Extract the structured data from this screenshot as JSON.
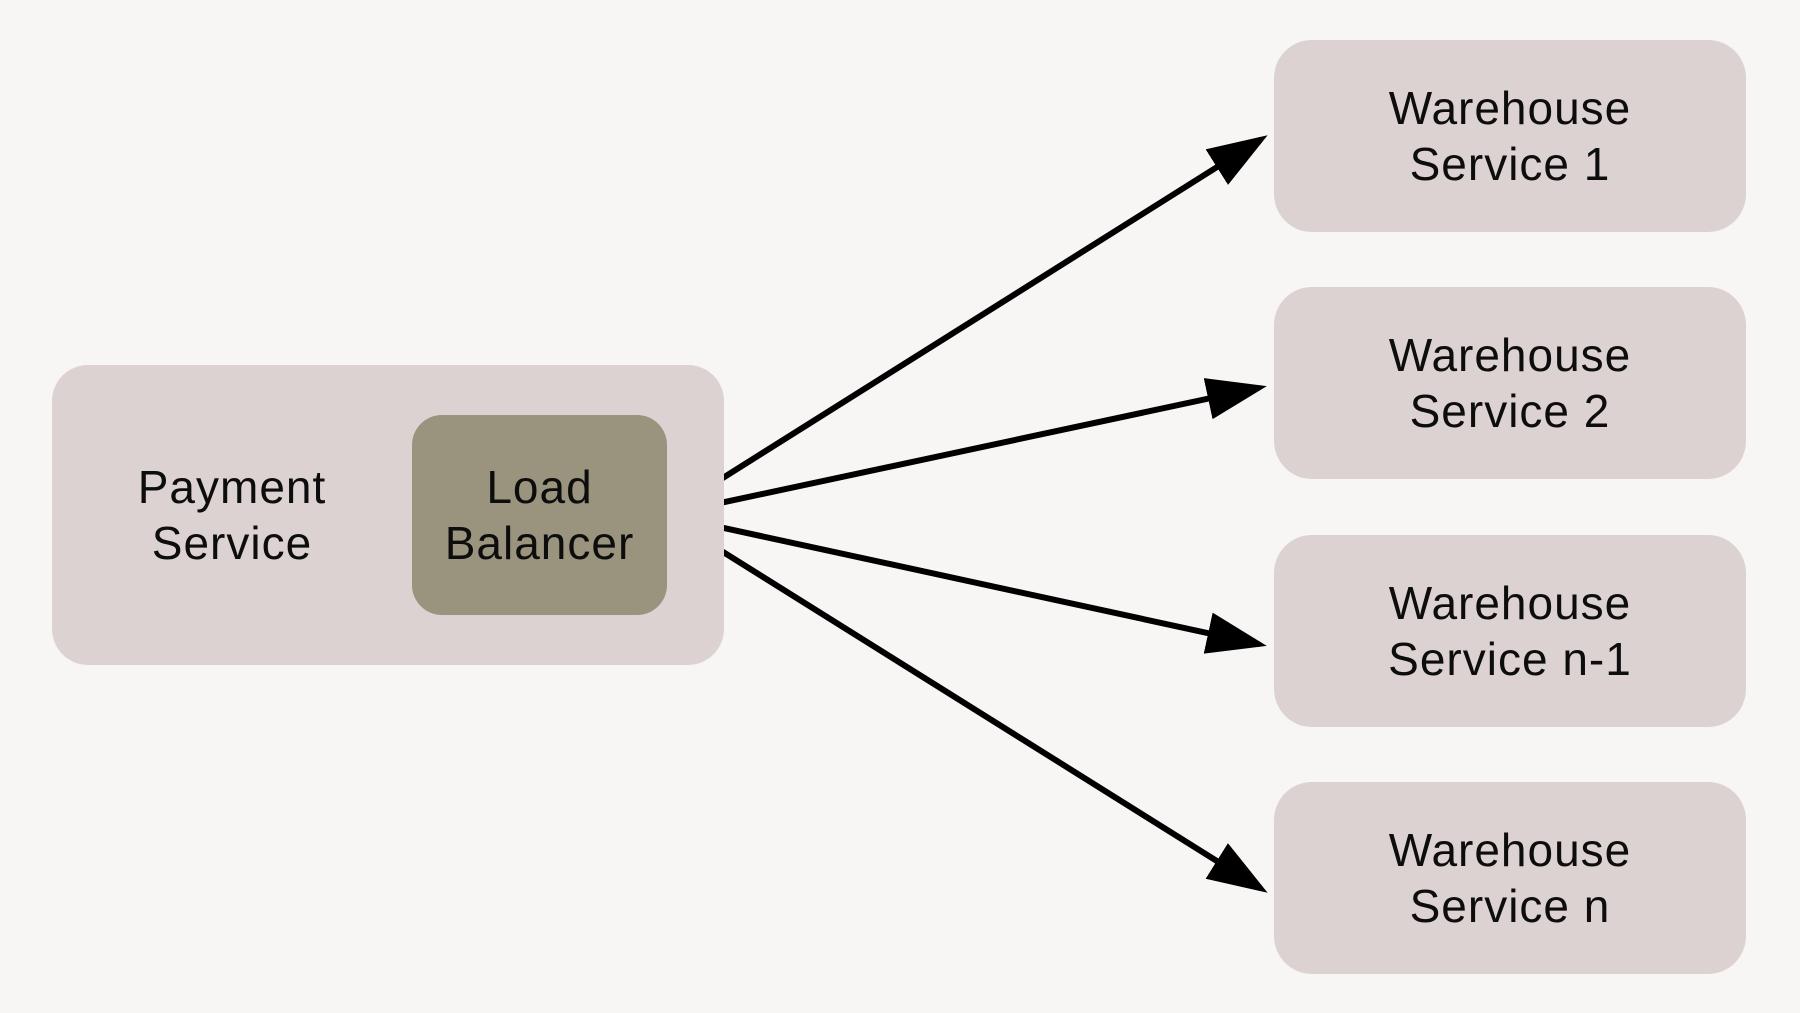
{
  "colors": {
    "background": "#f8f5f5",
    "node_fill": "#ddd2d2",
    "load_balancer_fill": "#9a947e",
    "text": "#0d0d0d",
    "arrow": "#000000"
  },
  "diagram": {
    "type": "architecture-fanout",
    "nodes": {
      "payment": {
        "label": "Payment Service",
        "lines": [
          "Payment",
          "Service"
        ]
      },
      "load_balancer": {
        "label": "Load Balancer",
        "lines": [
          "Load",
          "Balancer"
        ],
        "contained_in": "Payment Service"
      },
      "warehouses": [
        {
          "label": "Warehouse Service 1",
          "lines": [
            "Warehouse",
            "Service 1"
          ]
        },
        {
          "label": "Warehouse Service 2",
          "lines": [
            "Warehouse",
            "Service 2"
          ]
        },
        {
          "label": "Warehouse Service n-1",
          "lines": [
            "Warehouse",
            "Service n-1"
          ]
        },
        {
          "label": "Warehouse Service n",
          "lines": [
            "Warehouse",
            "Service n"
          ]
        }
      ]
    },
    "edges": [
      {
        "from": "Load Balancer",
        "to": "Warehouse Service 1",
        "style": "arrow"
      },
      {
        "from": "Load Balancer",
        "to": "Warehouse Service 2",
        "style": "arrow"
      },
      {
        "from": "Load Balancer",
        "to": "Warehouse Service n-1",
        "style": "arrow"
      },
      {
        "from": "Load Balancer",
        "to": "Warehouse Service n",
        "style": "arrow"
      }
    ]
  }
}
